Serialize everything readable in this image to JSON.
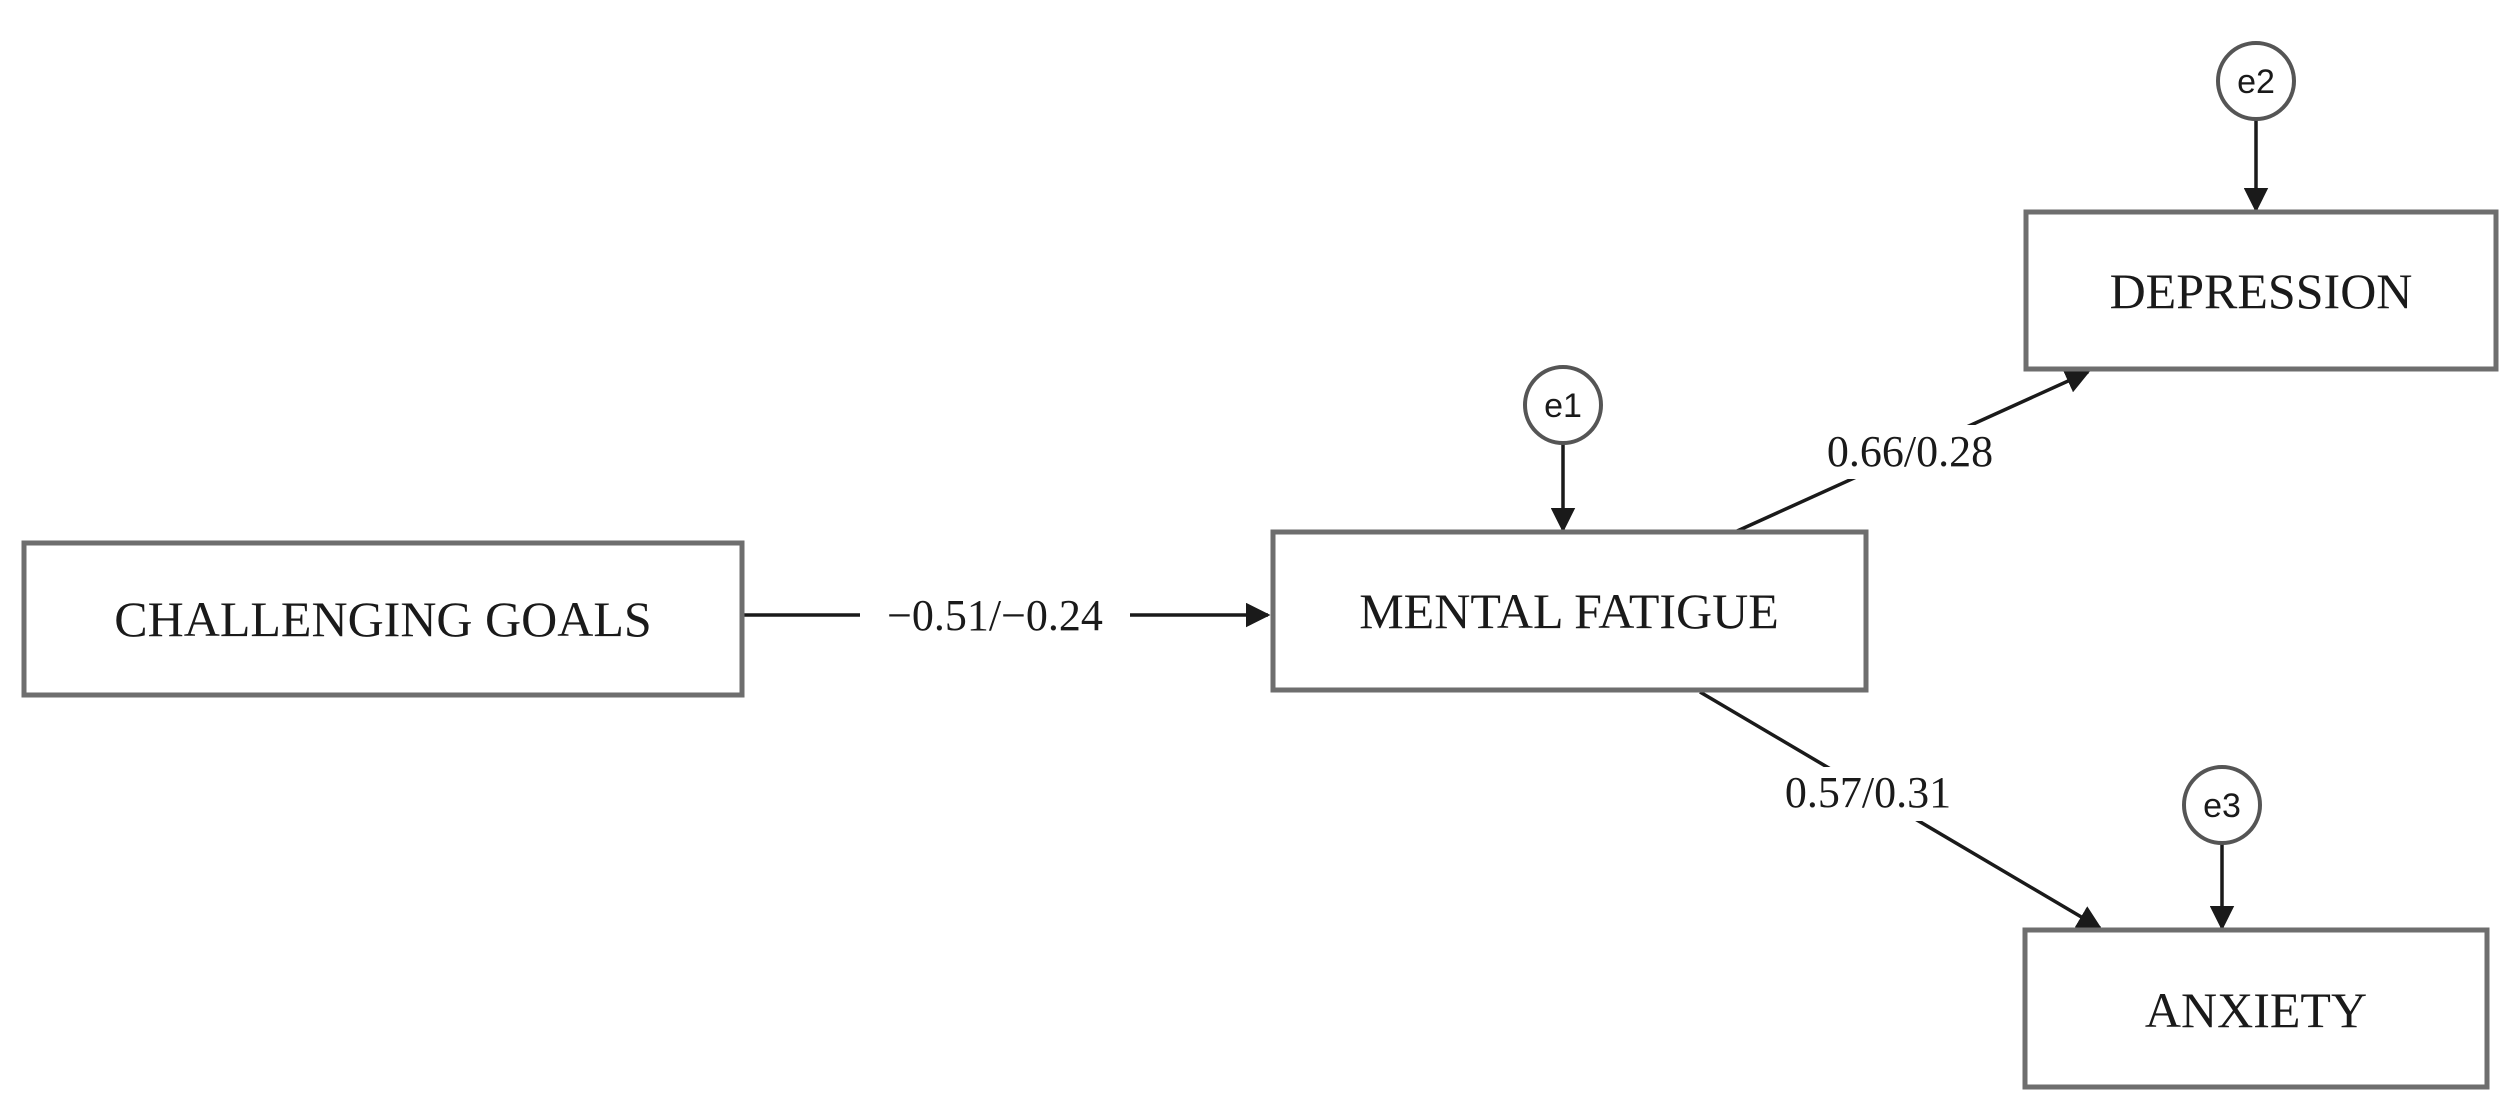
{
  "nodes": {
    "challenging_goals": "CHALLENGING GOALS",
    "mental_fatigue": "MENTAL FATIGUE",
    "depression": "DEPRESSION",
    "anxiety": "ANXIETY"
  },
  "errors": {
    "e1": "e1",
    "e2": "e2",
    "e3": "e3"
  },
  "paths": {
    "goals_to_fatigue": "−0.51/−0.24",
    "fatigue_to_depression": "0.66/0.28",
    "fatigue_to_anxiety": "0.57/0.31"
  }
}
